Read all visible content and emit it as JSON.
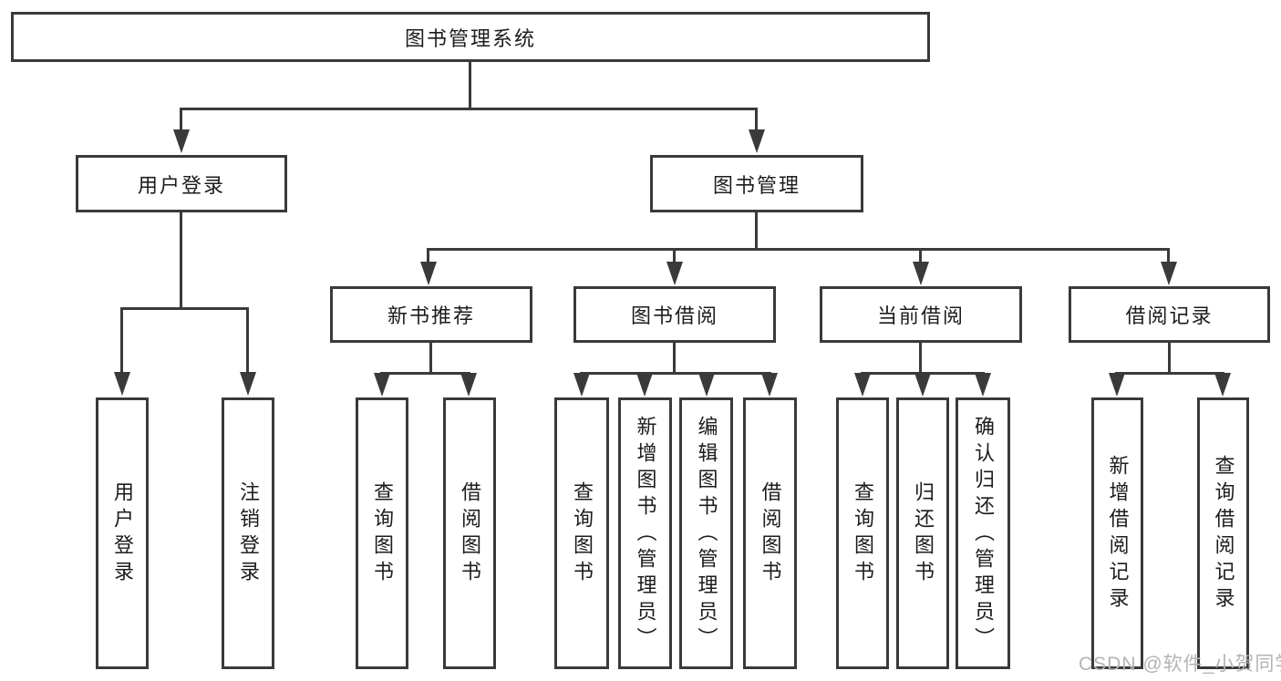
{
  "tree": {
    "root": "图书管理系统",
    "branches": [
      {
        "label": "用户登录",
        "children": [
          "用户登录",
          "注销登录"
        ]
      },
      {
        "label": "图书管理",
        "groups": [
          {
            "label": "新书推荐",
            "children": [
              "查询图书",
              "借阅图书"
            ]
          },
          {
            "label": "图书借阅",
            "children": [
              "查询图书",
              "新增图书（管理员）",
              "编辑图书（管理员）",
              "借阅图书"
            ]
          },
          {
            "label": "当前借阅",
            "children": [
              "查询图书",
              "归还图书",
              "确认归还（管理员）"
            ]
          },
          {
            "label": "借阅记录",
            "children": [
              "新增借阅记录",
              "查询借阅记录"
            ]
          }
        ]
      }
    ]
  },
  "watermark": {
    "text": "CSDN @软件_小贺同学"
  },
  "colors": {
    "line": "#3a3a3a",
    "text": "#1c1c1c",
    "watermark": "#b4b4b4",
    "background": "#ffffff"
  }
}
